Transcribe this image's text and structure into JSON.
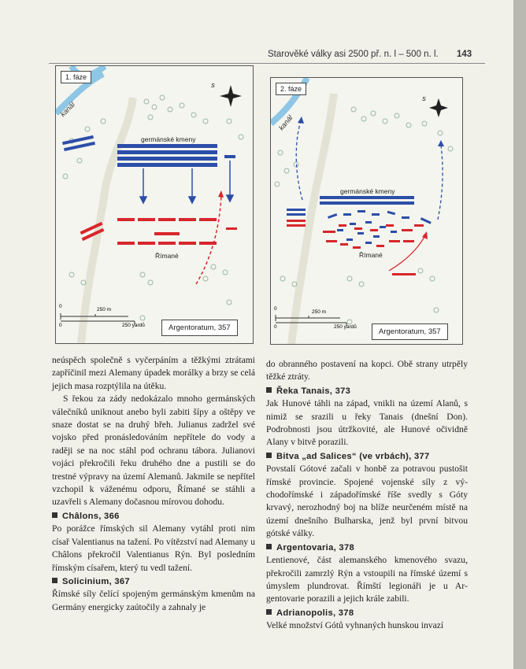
{
  "header": {
    "title": "Starověké války asi 2500 př. n. l – 500 n. l.",
    "page_number": "143"
  },
  "map1": {
    "phase": "1. fáze",
    "caption": "Argentoratum, 357",
    "canal": "kanál",
    "germanic": "germánské kmeny",
    "romans": "Římané",
    "scale_m": "250 m",
    "scale_y": "250 yardů",
    "zero1": "0",
    "zero2": "0",
    "north": "S"
  },
  "map2": {
    "phase": "2. fáze",
    "caption": "Argentoratum, 357",
    "canal": "kanál",
    "germanic": "germánské kmeny",
    "romans": "Římané",
    "scale_m": "250 m",
    "scale_y": "250 yardů",
    "zero1": "0",
    "zero2": "0",
    "north": "S"
  },
  "colors": {
    "roman": "#d8262b",
    "germanic": "#2c4ea8",
    "river": "#8ec6e6"
  },
  "left": {
    "p1": "neúspěch společně s vyčerpáním a těžkými ztrá­tami zapříčinil mezi Alemany úpadek morálky a brzy se celá jejich masa rozptýlila na útěku.",
    "p2": "S řekou za zády nedokázalo mnoho germán­ských válečníků uniknout anebo byli zabiti šípy a oštěpy ve snaze dostat se na druhý břeh. Julianus zadržel své vojsko před pronásledováním nepřítele do vody a raději se na noc stáhl pod ochranu tá­bora. Julianovi vojáci překročili řeku druhého dne a pustili se do trestné výpravy na území Alemanů. Jakmile se nepřítel vzchopil k váženému odporu, Římané se stáhli a uzavřeli s Alemany dočasnou mírovou dohodu.",
    "h1": "Châlons, 366",
    "p3": "Po porážce římských sil Alemany vytáhl proti nim císař Valentianus na tažení. Po vítězství nad Ale­many u Châlons překročil Valentianus Rýn. Byl posledním římským císařem, který tu vedl tažení.",
    "h2": "Solicinium, 367",
    "p4": "Římské síly čelící spojeným germánským kme­nům na Germány energicky zaútočily a zahnaly je"
  },
  "right": {
    "p1": "do obranného postavení na kopci. Obě strany utr­pěly těžké ztráty.",
    "h1": "Řeka Tanais, 373",
    "p2": "Jak Hunové táhli na západ, vnikli na území Alanů, s nimiž se srazili u řeky Tanais (dnešní Don). Podrobnosti jsou útržkovité, ale Hunové očividně Alany v bitvě porazili.",
    "h2": "Bitva „ad Salices“ (ve vrbách), 377",
    "p3": "Povstalí Gótové začali v honbě za potravou pusto­šit římské provincie. Spojené vojenské síly z vý­chodořímské i západořímské říše svedly s Góty krvavý, nerozhodný boj na blíže neurčeném místě na území dnešního Bulharska, jenž byl první bitvou gótské války.",
    "h3": "Argentovaria, 378",
    "p4": "Lentienové, část alemanského kmenového svazu, překročili zamrzlý Rýn a vstoupili na římské území s úmyslem plundrovat. Římští legionáři je u Ar­gentovarie porazili a jejich krále zabili.",
    "h4": "Adrianopolis, 378",
    "p5": "Velké množství Gótů vyhnaných hunskou invazí"
  }
}
